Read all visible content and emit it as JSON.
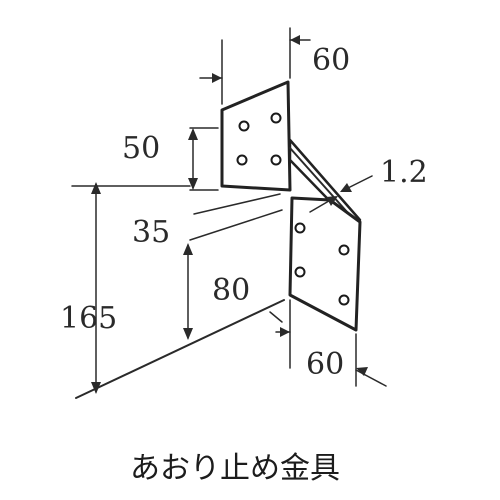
{
  "dimensions": {
    "top_width": "60",
    "upper_height": "50",
    "thickness": "1.2",
    "gap": "35",
    "lower_height": "80",
    "total_height": "165",
    "bottom_width": "60"
  },
  "caption": "あおり止め金具",
  "colors": {
    "line": "#2a2a2a",
    "background": "#ffffff"
  }
}
